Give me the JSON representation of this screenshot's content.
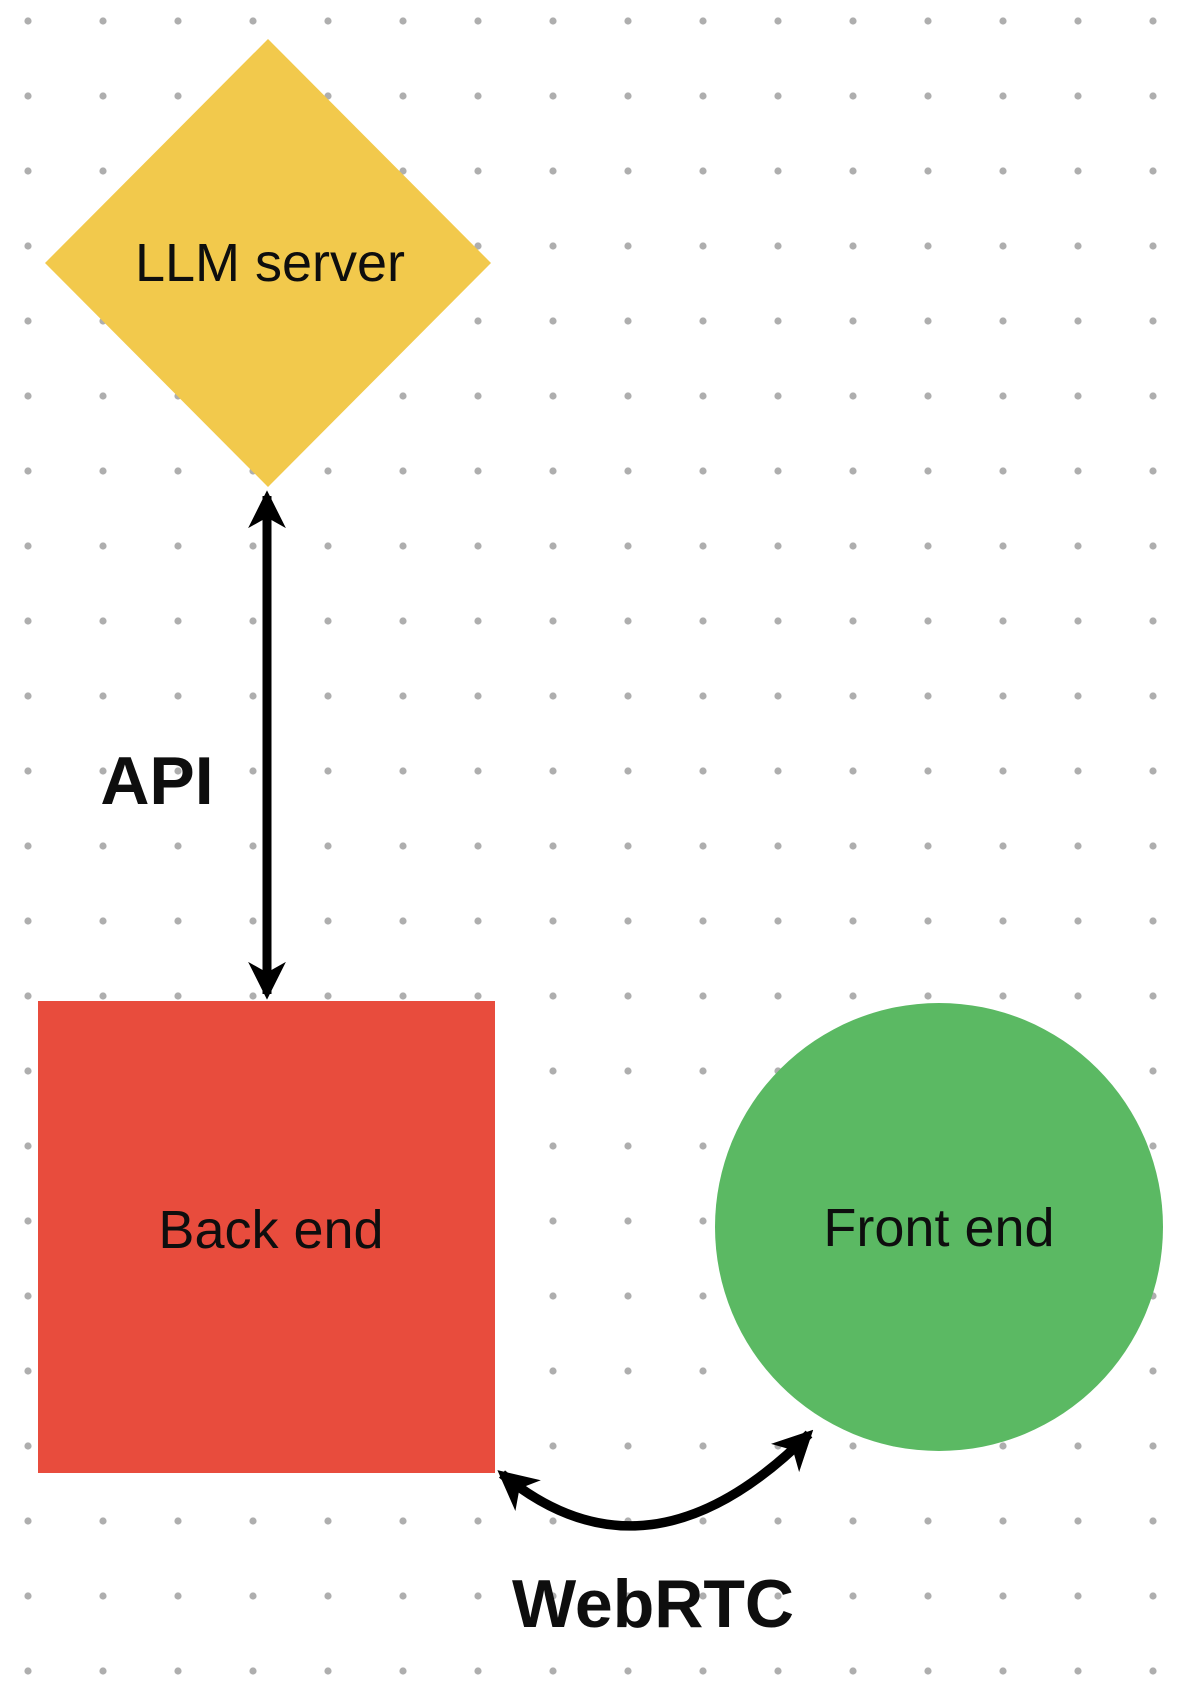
{
  "diagram": {
    "background": {
      "dot_color": "#aeaeae"
    },
    "arrow_color": "#000000",
    "nodes": [
      {
        "id": "llm-server",
        "label": "LLM server",
        "shape": "diamond",
        "color": "#F2C94C"
      },
      {
        "id": "back-end",
        "label": "Back end",
        "shape": "square",
        "color": "#E84C3D"
      },
      {
        "id": "front-end",
        "label": "Front end",
        "shape": "circle",
        "color": "#5BB963"
      }
    ],
    "edges": [
      {
        "id": "api",
        "label": "API",
        "from": "llm-server",
        "to": "back-end",
        "arrow": "double",
        "path": "straight"
      },
      {
        "id": "webrtc",
        "label": "WebRTC",
        "from": "back-end",
        "to": "front-end",
        "arrow": "double",
        "path": "curved"
      }
    ]
  }
}
